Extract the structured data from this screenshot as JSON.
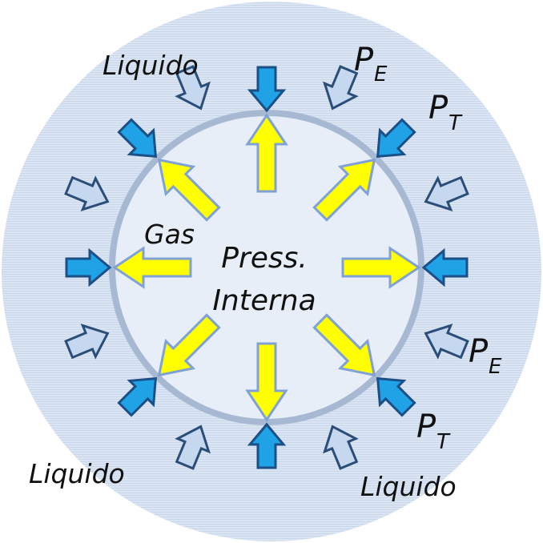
{
  "labels": {
    "liquid_top_left": "Liquido",
    "liquid_bottom_left": "Liquido",
    "liquid_bottom_right": "Liquido",
    "gas": "Gas",
    "pressure_line1": "Press.",
    "pressure_line2": "Interna",
    "pe_top": {
      "main": "P",
      "sub": "E"
    },
    "pt_top": {
      "main": "P",
      "sub": "T"
    },
    "pe_right": {
      "main": "P",
      "sub": "E"
    },
    "pt_bottom": {
      "main": "P",
      "sub": "T"
    }
  },
  "colors": {
    "liquid_fill": "#dae4f2",
    "liquid_stripe": "#c8d6ea",
    "bubble_fill": "#e8eef8",
    "bubble_edge": "#a7b9d2",
    "internal_arrow": "#ffff00",
    "internal_arrow_edge": "#7fa1d6",
    "total_arrow": "#1fa3e6",
    "total_arrow_edge": "#1b4f87",
    "external_arrow": "#c5d8f0",
    "external_arrow_edge": "#2b4e79"
  }
}
